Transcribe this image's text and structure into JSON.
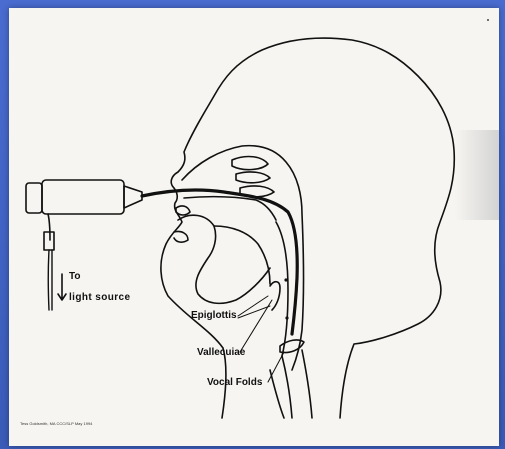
{
  "diagram": {
    "labels": {
      "to": "To",
      "light_source": "light source",
      "epiglottis": "Epiglottis",
      "valleculae": "Vallecuiae",
      "vocal_folds": "Vocal Folds"
    },
    "credit": "Tess Goldsmith, MA CCC/SLP May 1994",
    "colors": {
      "background": "#3e5fc0",
      "paper": "#f6f5f1",
      "ink": "#111111"
    }
  }
}
